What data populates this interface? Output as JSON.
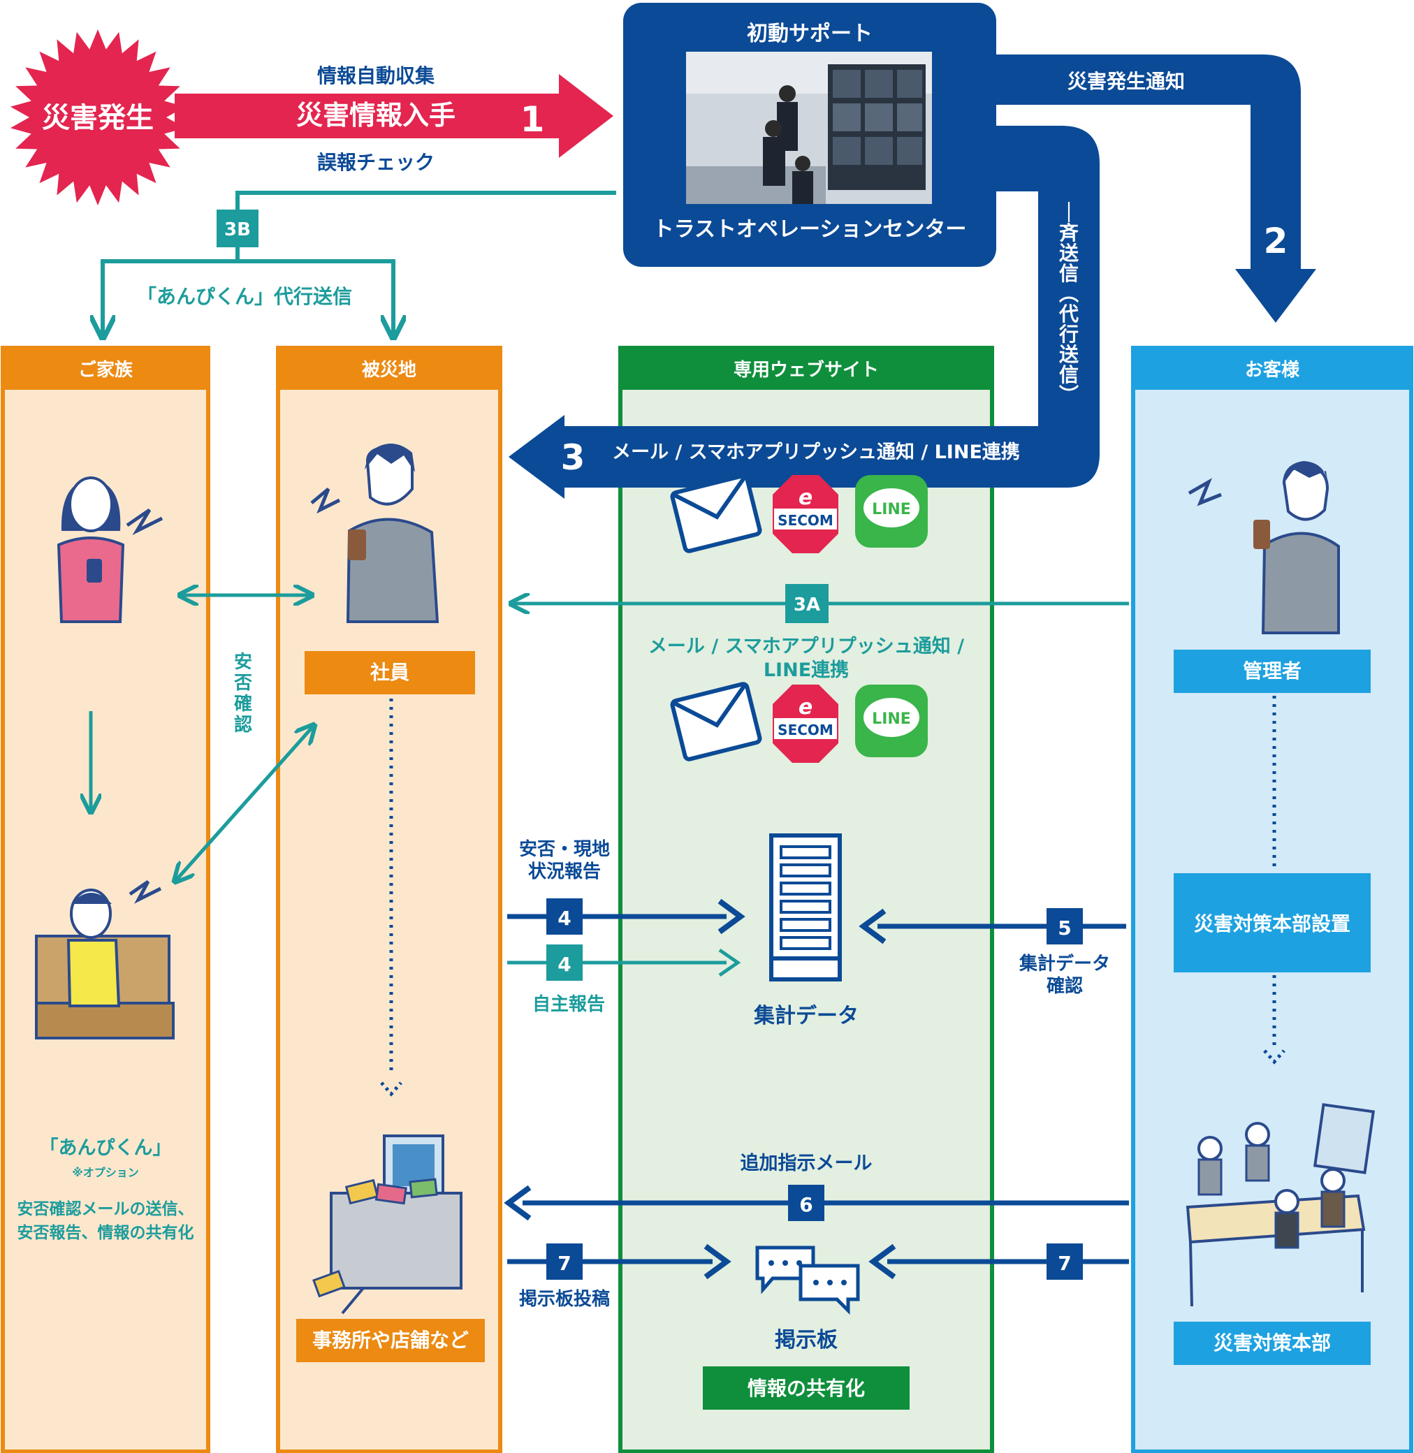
{
  "disaster": {
    "label": "災害発生"
  },
  "step1": {
    "top": "情報自動収集",
    "main": "災害情報入手",
    "bottom": "誤報チェック",
    "num": "1"
  },
  "center": {
    "title": "初動サポート",
    "name": "トラストオペレーションセンター"
  },
  "step2": {
    "label": "災害発生通知",
    "num": "2"
  },
  "step3": {
    "vertical": "一斉送信（代行送信）",
    "num": "3",
    "channels": "メール / スマホアプリプッシュ通知 / LINE連携"
  },
  "step3b": {
    "badge": "3B",
    "label": "「あんぴくん」代行送信"
  },
  "step3a": {
    "badge": "3A",
    "line1": "メール / スマホアプリプッシュ通知 /",
    "line2": "LINE連携"
  },
  "columns": {
    "family": "ご家族",
    "site": "被災地",
    "web": "専用ウェブサイト",
    "customer": "お客様"
  },
  "roles": {
    "employee": "社員",
    "office": "事務所や店舗など",
    "manager": "管理者",
    "setup": "災害対策本部設置",
    "hq": "災害対策本部",
    "share": "情報の共有化"
  },
  "safety_check": "安否確認",
  "anpikun": {
    "title": "「あんぴくん」",
    "note": "※オプション",
    "line1": "安否確認メールの送信、",
    "line2": "安否報告、情報の共有化"
  },
  "step4": {
    "badge": "4",
    "top_line1": "安否・現地",
    "top_line2": "状況報告",
    "bottom": "自主報告"
  },
  "step5": {
    "badge": "5",
    "line1": "集計データ",
    "line2": "確認"
  },
  "data_label": "集計データ",
  "step6": {
    "badge": "6",
    "label": "追加指示メール"
  },
  "step7": {
    "badge": "7",
    "label": "掲示板投稿"
  },
  "board_label": "掲示板",
  "icons": {
    "secom": "SECOM",
    "secom_e": "e",
    "line": "LINE"
  },
  "colors": {
    "navy": "#0b4a96",
    "red": "#e3254f",
    "teal": "#1c9c9c",
    "orange": "#ec8a12",
    "green": "#0f8f3c",
    "blue": "#1ea1e0"
  }
}
